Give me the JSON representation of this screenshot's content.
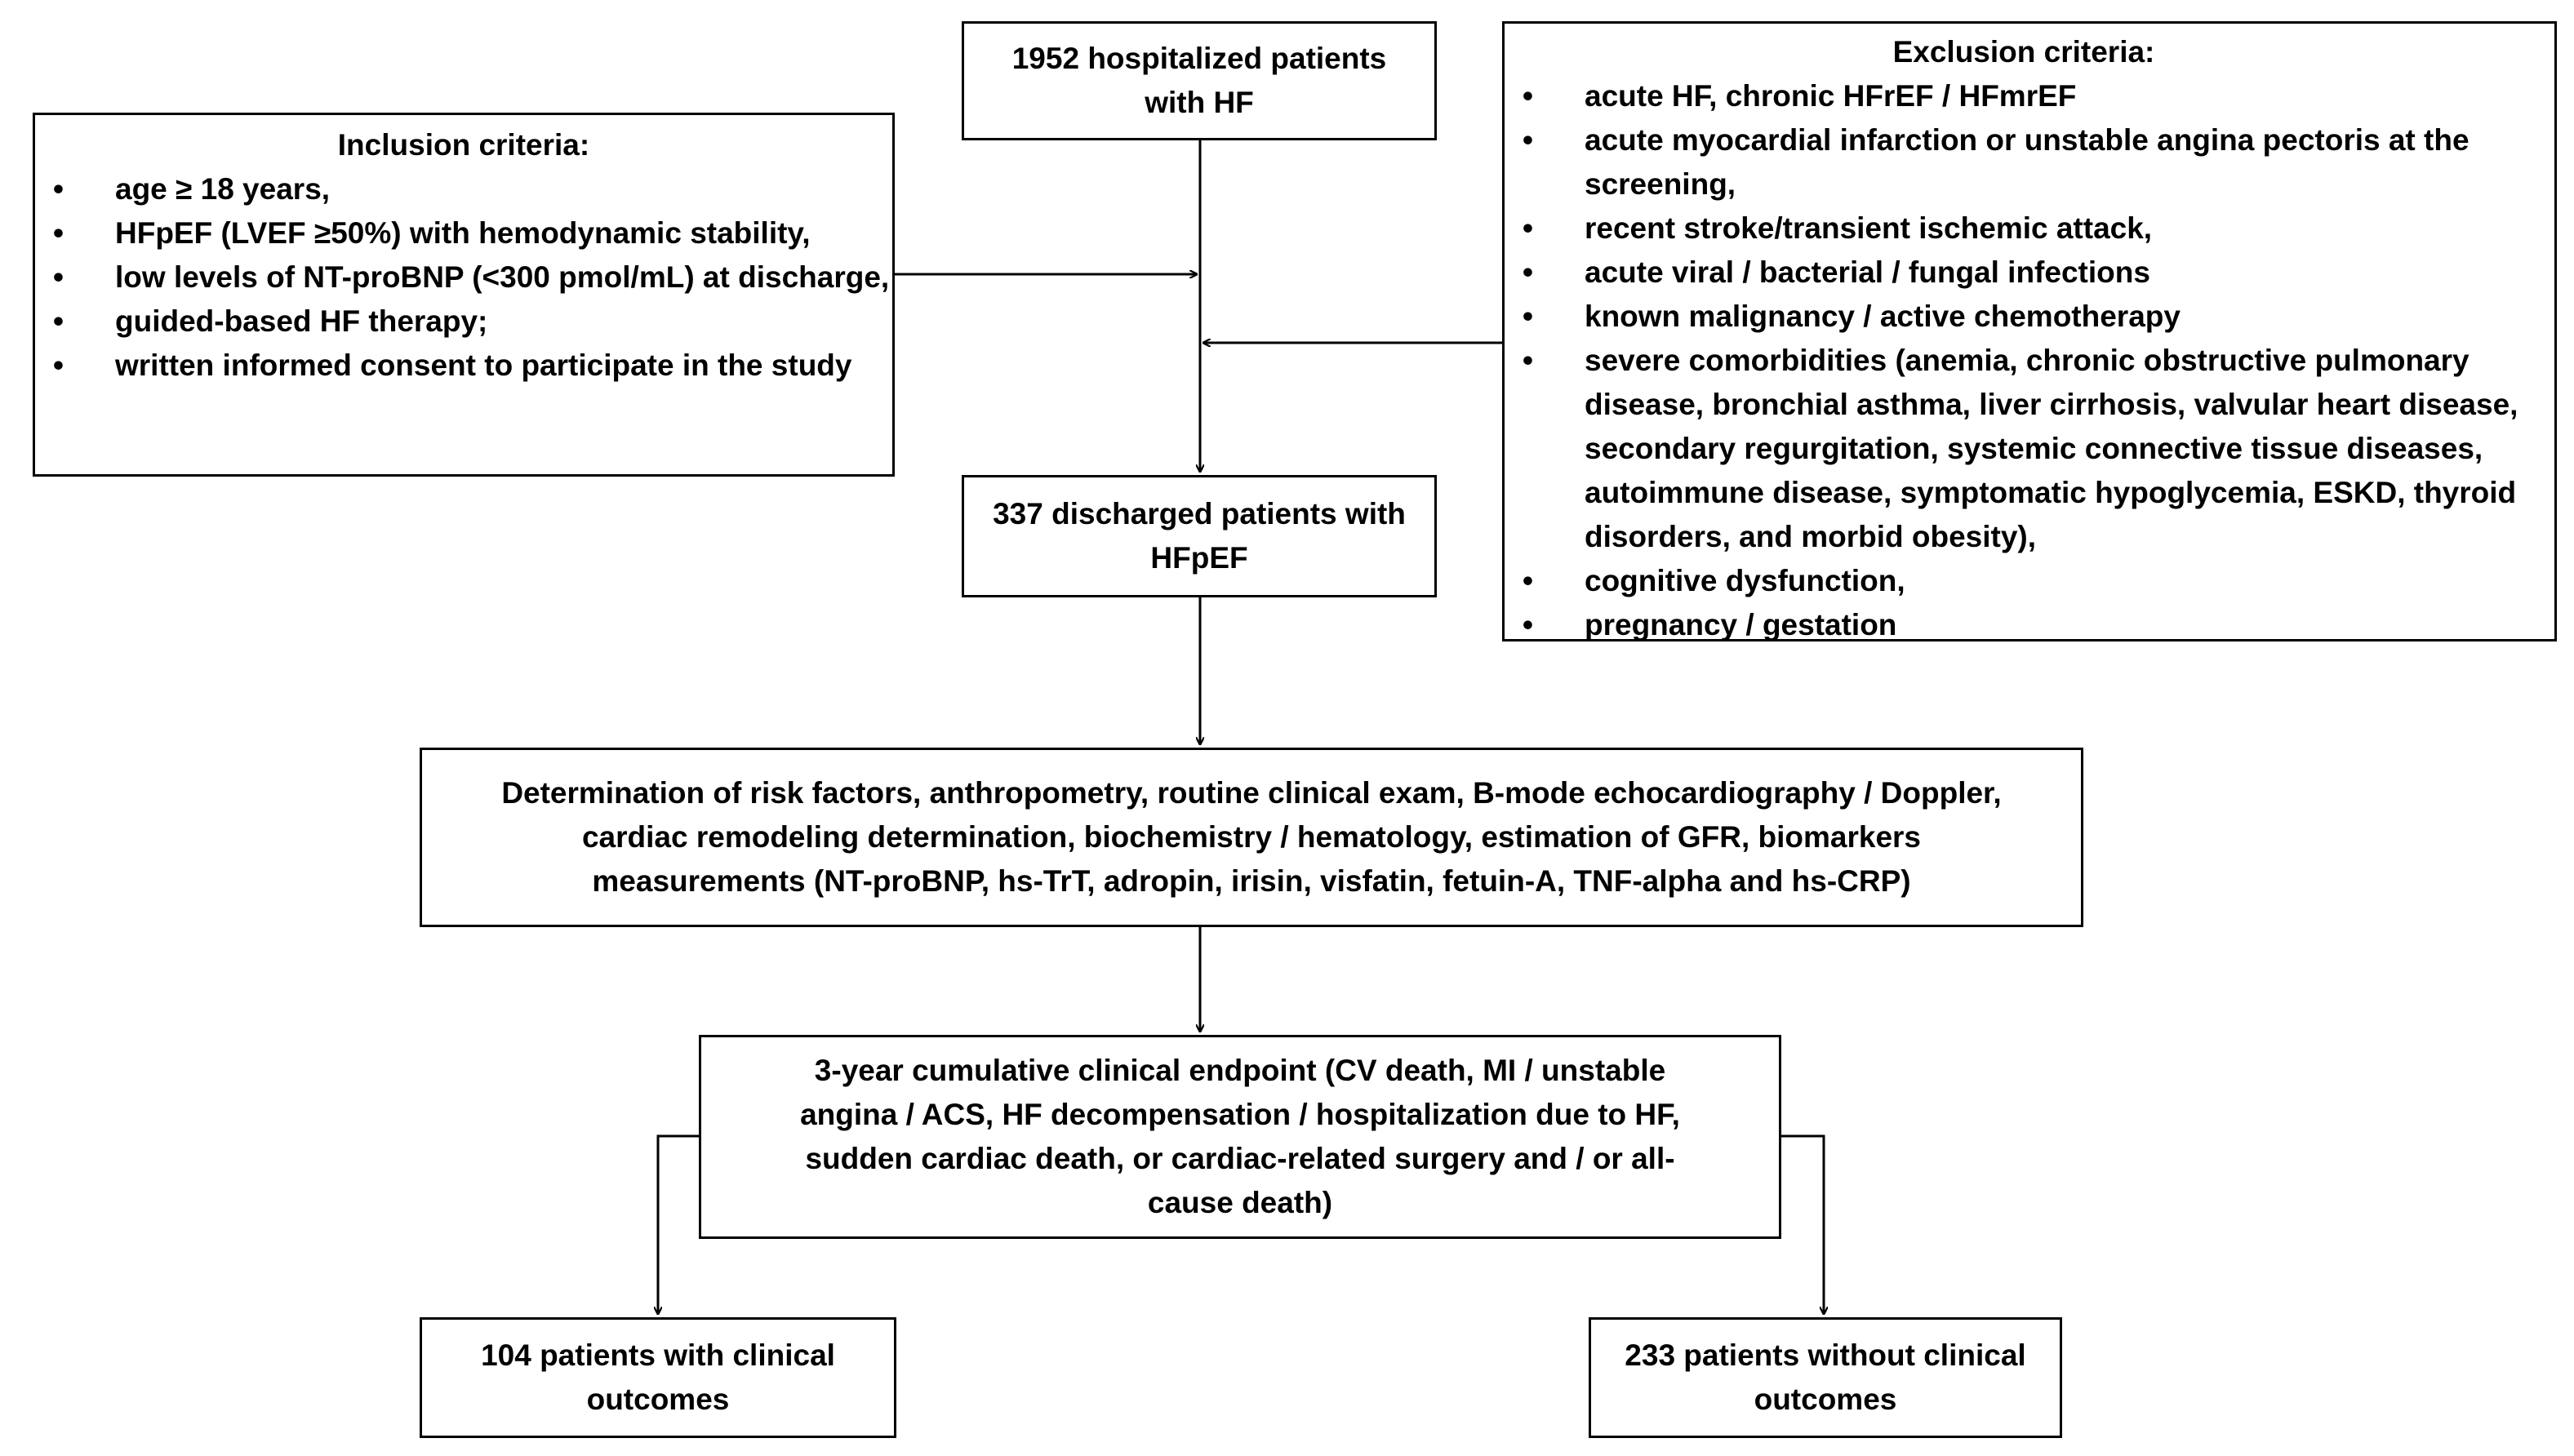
{
  "start_box": {
    "lines": [
      "1952 hospitalized patients",
      "with HF"
    ]
  },
  "inclusion": {
    "title": "Inclusion criteria:",
    "items": [
      "age ≥ 18 years,",
      "HFpEF (LVEF ≥50%) with hemodynamic stability,",
      "low levels of NT-proBNP (<300 pmol/mL) at discharge,",
      "guided-based HF therapy;",
      "written informed consent to participate in the study"
    ]
  },
  "exclusion": {
    "title": "Exclusion criteria:",
    "items": [
      "acute HF, chronic HFrEF / HFmrEF",
      "acute myocardial infarction or unstable angina pectoris at the screening,",
      "recent stroke/transient ischemic attack,",
      "acute viral / bacterial / fungal infections",
      "known malignancy / active chemotherapy",
      "severe comorbidities (anemia, chronic obstructive pulmonary disease, bronchial asthma, liver cirrhosis, valvular heart disease, secondary regurgitation, systemic connective tissue diseases, autoimmune disease, symptomatic hypoglycemia, ESKD, thyroid disorders, and morbid obesity),",
      "cognitive dysfunction,",
      "pregnancy / gestation"
    ]
  },
  "discharged_box": {
    "lines": [
      "337 discharged patients with",
      "HFpEF"
    ]
  },
  "determination_box": {
    "lines": [
      "Determination of risk factors, anthropometry, routine clinical exam, B-mode echocardiography / Doppler,",
      "cardiac remodeling determination, biochemistry / hematology, estimation of GFR, biomarkers",
      "measurements (NT-proBNP, hs-TrT, adropin, irisin, visfatin, fetuin-A, TNF-alpha and hs-CRP)"
    ]
  },
  "endpoint_box": {
    "lines": [
      "3-year cumulative clinical endpoint (CV death, MI / unstable",
      "angina / ACS, HF decompensation / hospitalization due to HF,",
      "sudden cardiac death, or cardiac-related surgery and / or all-",
      "cause death)"
    ]
  },
  "with_outcomes_box": {
    "lines": [
      "104 patients with clinical",
      "outcomes"
    ]
  },
  "without_outcomes_box": {
    "lines": [
      "233 patients without clinical",
      "outcomes"
    ]
  }
}
